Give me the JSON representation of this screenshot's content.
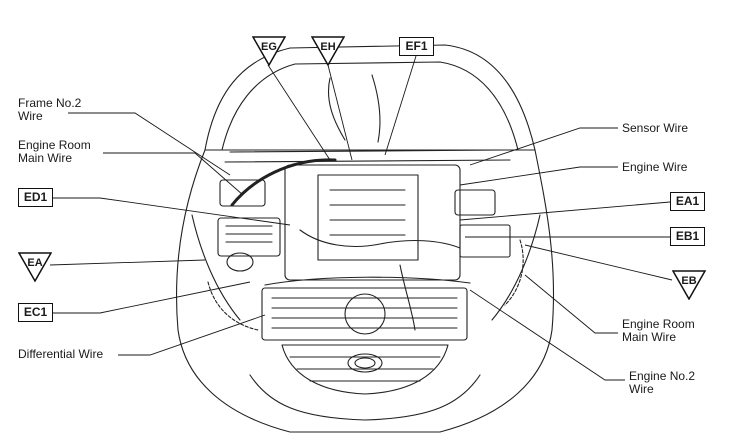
{
  "labels": {
    "frame_no2_wire": [
      "Frame No.2",
      "Wire"
    ],
    "engine_room_main_wire_left": [
      "Engine Room",
      "Main Wire"
    ],
    "differential_wire": "Differential Wire",
    "sensor_wire": "Sensor Wire",
    "engine_wire": "Engine Wire",
    "engine_room_main_wire_right": [
      "Engine Room",
      "Main Wire"
    ],
    "engine_no2_wire": [
      "Engine No.2",
      "Wire"
    ]
  },
  "connectors": {
    "ED1": "ED1",
    "EC1": "EC1",
    "EF1": "EF1",
    "EA1": "EA1",
    "EB1": "EB1",
    "EA": "EA",
    "EG": "EG",
    "EH": "EH",
    "EB": "EB"
  },
  "colors": {
    "line": "#1a1a1a",
    "background": "#ffffff"
  }
}
